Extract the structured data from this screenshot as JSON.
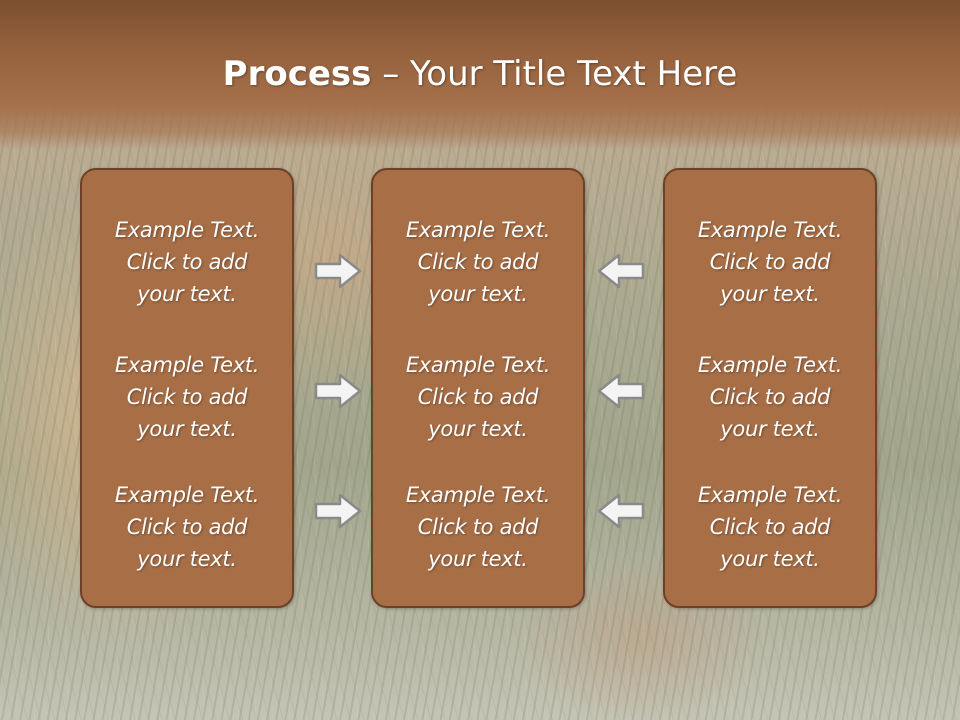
{
  "slide": {
    "title_bold": "Process",
    "title_sep": " – ",
    "title_rest": "Your Title Text Here"
  },
  "columns": [
    {
      "blocks": [
        {
          "line1": "Example Text.",
          "line2": "Click  to add",
          "line3": "your text."
        },
        {
          "line1": "Example Text.",
          "line2": "Click  to add",
          "line3": "your text."
        },
        {
          "line1": "Example Text.",
          "line2": "Click  to add",
          "line3": "your text."
        }
      ]
    },
    {
      "blocks": [
        {
          "line1": "Example Text.",
          "line2": "Click  to add",
          "line3": "your text."
        },
        {
          "line1": "Example Text.",
          "line2": "Click  to add",
          "line3": "your text."
        },
        {
          "line1": "Example Text.",
          "line2": "Click  to add",
          "line3": "your text."
        }
      ]
    },
    {
      "blocks": [
        {
          "line1": "Example Text.",
          "line2": "Click  to add",
          "line3": "your text."
        },
        {
          "line1": "Example Text.",
          "line2": "Click  to add",
          "line3": "your text."
        },
        {
          "line1": "Example Text.",
          "line2": "Click  to add",
          "line3": "your text."
        }
      ]
    }
  ],
  "arrows": {
    "left_group": "right-arrow-icon",
    "right_group": "left-arrow-icon"
  },
  "colors": {
    "title_band": "#93603c",
    "box_fill": "#a86f47",
    "box_border": "#6c4127",
    "text": "#ffffff"
  }
}
